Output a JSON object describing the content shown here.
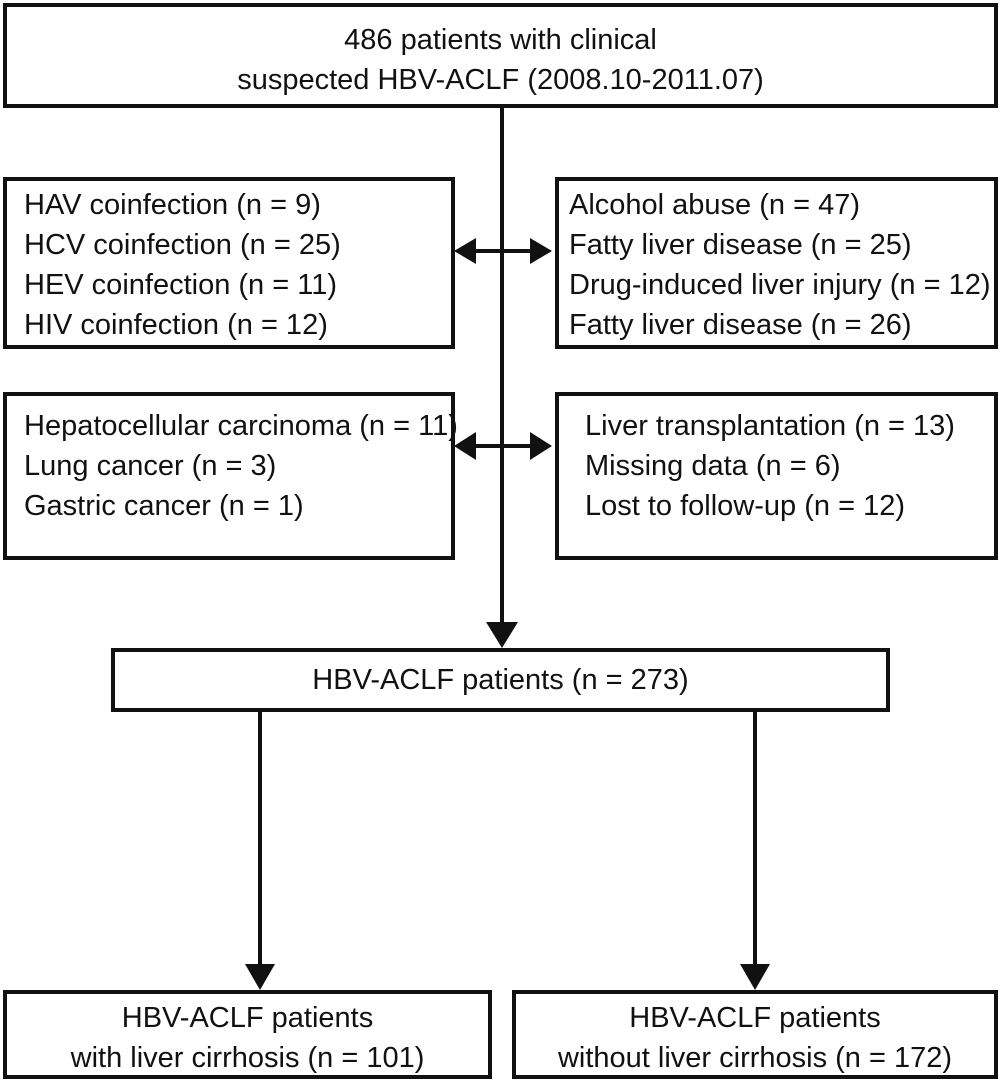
{
  "top_box": {
    "lines": [
      "486 patients with clinical",
      "suspected HBV-ACLF (2008.10-2011.07)"
    ]
  },
  "exclusion_row1": {
    "left": [
      "HAV coinfection (n = 9)",
      "HCV coinfection (n = 25)",
      "HEV coinfection (n = 11)",
      "HIV coinfection (n = 12)"
    ],
    "right": [
      "Alcohol abuse (n = 47)",
      "Fatty liver disease (n = 25)",
      "Drug-induced liver injury (n = 12)",
      "Fatty liver disease (n = 26)"
    ]
  },
  "exclusion_row2": {
    "left": [
      "Hepatocellular carcinoma (n = 11)",
      "Lung cancer (n = 3)",
      "Gastric cancer (n = 1)"
    ],
    "right": [
      "Liver transplantation (n = 13)",
      "Missing data (n = 6)",
      "Lost to follow-up (n = 12)"
    ]
  },
  "middle_box": {
    "label": "HBV-ACLF patients (n = 273)"
  },
  "bottom_left": {
    "lines": [
      "HBV-ACLF patients",
      "with liver cirrhosis (n = 101)"
    ]
  },
  "bottom_right": {
    "lines": [
      "HBV-ACLF patients",
      "without liver cirrhosis (n = 172)"
    ]
  }
}
